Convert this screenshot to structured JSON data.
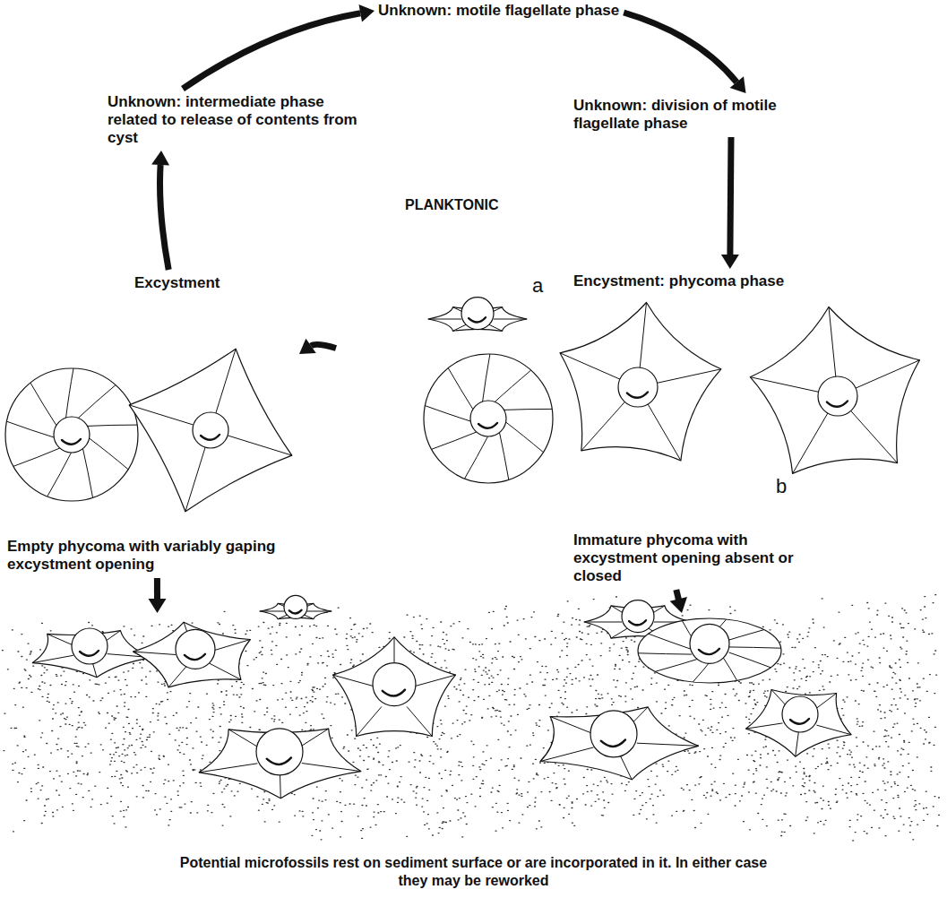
{
  "diagram": {
    "nodes": [
      {
        "text": [
          "Unknown: motile flagellate phase"
        ]
      },
      {
        "text": [
          "Unknown: intermediate phase related to release of contents from cyst"
        ]
      },
      {
        "text": [
          "Unknown: division of motile flagellate phase"
        ]
      },
      {
        "text": [
          "Excystment"
        ]
      },
      {
        "text": [
          "Encystment: phycoma phase"
        ]
      },
      {
        "text": [
          "Empty phycoma with variably gaping excystment opening"
        ]
      },
      {
        "text": [
          "Immature phycoma with excystment opening absent or closed"
        ]
      },
      {
        "text": [
          "Potential microfossils rest on sediment surface or are incorporated in it. In either case they may be reworked"
        ]
      }
    ],
    "edges": [
      {
        "from": 3,
        "to": 1,
        "arrow": "to"
      },
      {
        "from": 1,
        "to": 0,
        "arrow": "to"
      },
      {
        "from": 0,
        "to": 2,
        "arrow": "to"
      },
      {
        "from": 2,
        "to": 4,
        "arrow": "to"
      },
      {
        "from": 4,
        "to": 5,
        "arrow": "to"
      },
      {
        "from": 5,
        "to": 7,
        "arrow": "to"
      },
      {
        "from": 6,
        "to": 7,
        "arrow": "to"
      }
    ],
    "labels": [
      "PLANKTONIC",
      "a",
      "b"
    ]
  }
}
